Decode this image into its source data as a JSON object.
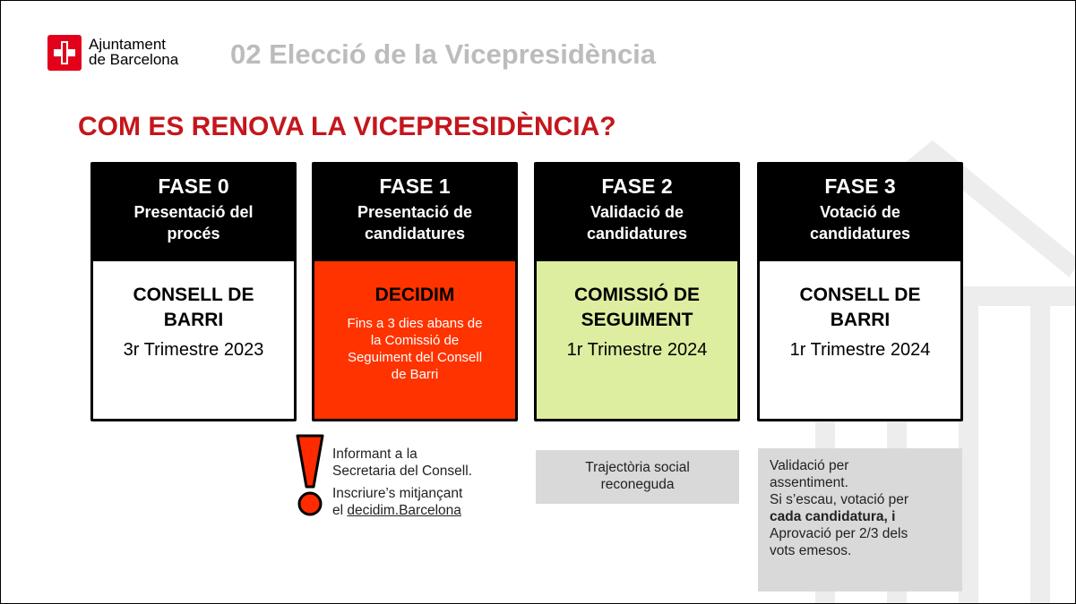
{
  "header": {
    "org_line1": "Ajuntament",
    "org_line2": "de Barcelona",
    "section_title": "02 Elecció de la Vicepresidència"
  },
  "title": "COM ES RENOVA LA VICEPRESIDÈNCIA?",
  "colors": {
    "title_red": "#c4161c",
    "phase1_red": "#ff3300",
    "phase2_green": "#ddeea0",
    "note_grey": "#d9d9d9",
    "logo_red": "#e2001a"
  },
  "phases": [
    {
      "label": "FASE 0",
      "sub1": "Presentació del",
      "sub2": "procés",
      "body_title1": "CONSELL DE",
      "body_title2": "BARRI",
      "date": "3r Trimestre 2023"
    },
    {
      "label": "FASE 1",
      "sub1": "Presentació de",
      "sub2": "candidatures",
      "body_title1": "DECIDIM",
      "desc1": "Fins a 3 dies abans de",
      "desc2": "la Comissió de",
      "desc3": "Seguiment del Consell",
      "desc4": "de Barri"
    },
    {
      "label": "FASE 2",
      "sub1": "Validació de",
      "sub2": "candidatures",
      "body_title1": "COMISSIÓ DE",
      "body_title2": "SEGUIMENT",
      "date": "1r Trimestre 2024"
    },
    {
      "label": "FASE 3",
      "sub1": "Votació de",
      "sub2": "candidatures",
      "body_title1": "CONSELL DE",
      "body_title2": "BARRI",
      "date": "1r Trimestre 2024"
    }
  ],
  "notes": {
    "phase1_line1": "Informant a la",
    "phase1_line2": "Secretaria del Consell.",
    "phase1_line3": "Inscriure’s mitjançant",
    "phase1_line4_pre": "el ",
    "phase1_link": "decidim.Barcelona",
    "phase2_line1": "Trajectòria social",
    "phase2_line2": "reconeguda",
    "phase3_line1": "Validació per",
    "phase3_line2": "assentiment.",
    "phase3_line3": "Si s’escau, votació per",
    "phase3_line4": "cada candidatura, i",
    "phase3_line5": "Aprovació per 2/3 dels",
    "phase3_line6": "vots emesos."
  },
  "icons": {
    "logo": "barcelona-shield-icon",
    "alert": "exclamation-icon",
    "watermark": "building-watermark-icon"
  }
}
